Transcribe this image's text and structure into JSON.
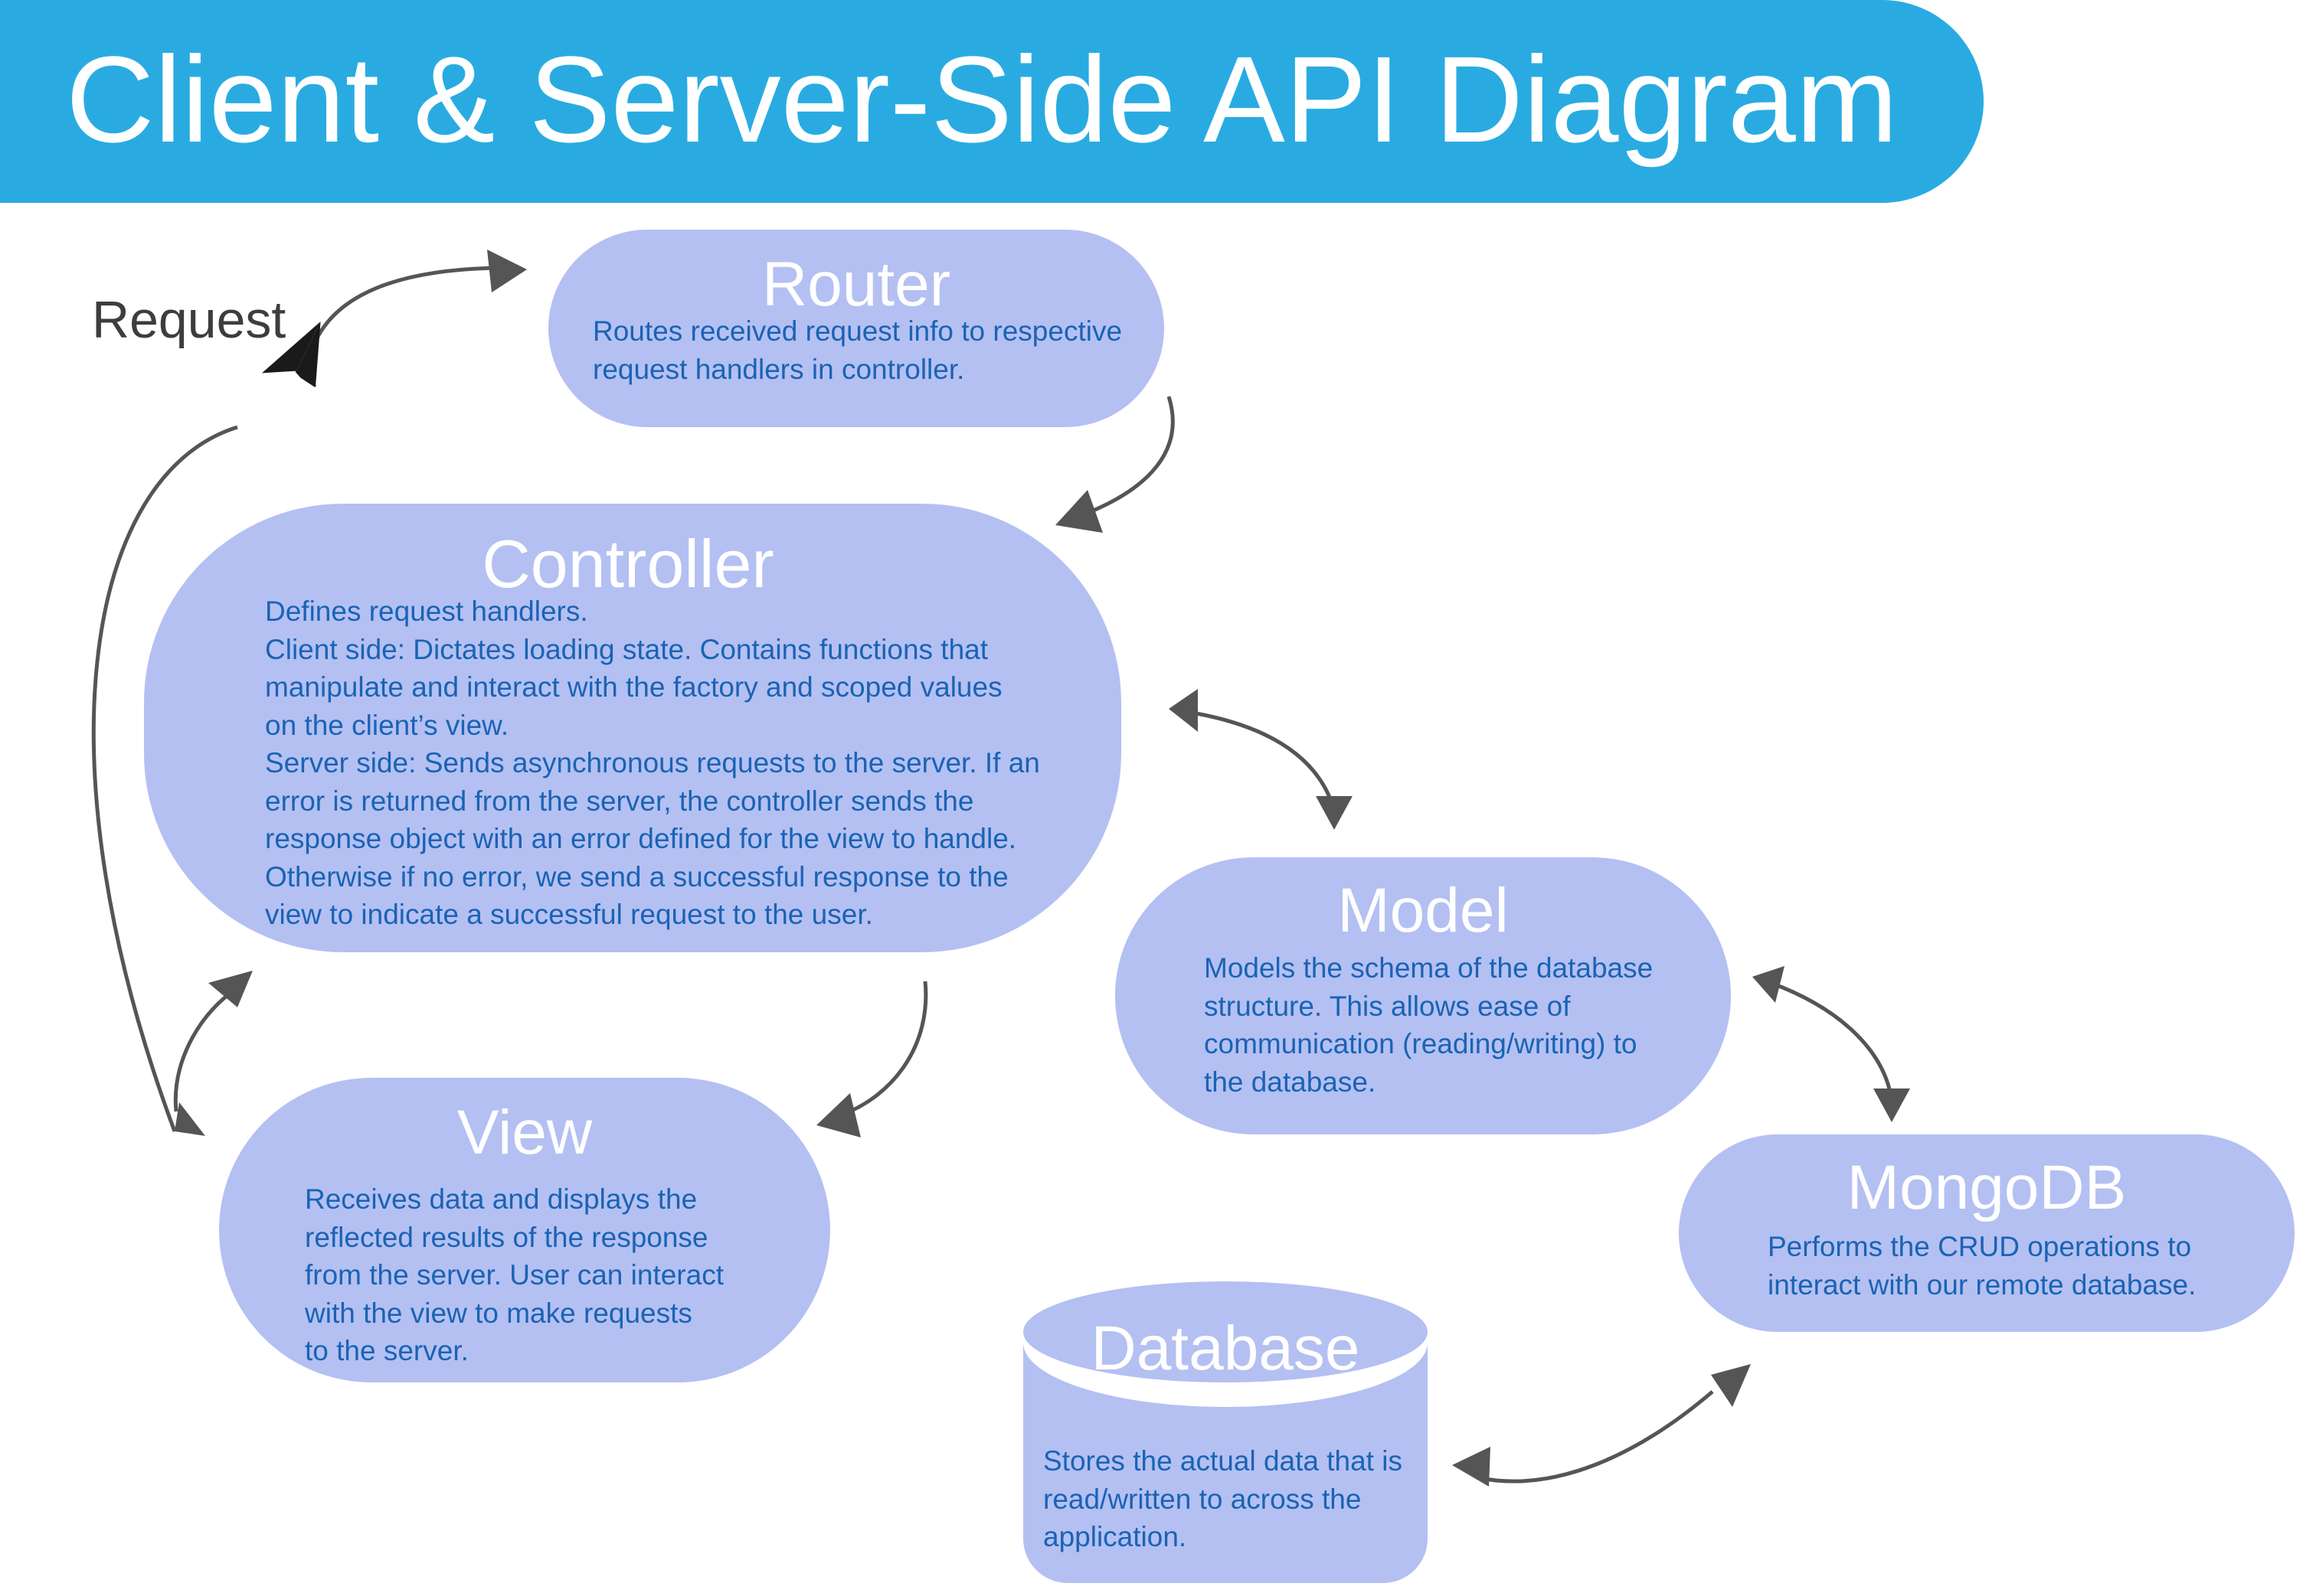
{
  "title": "Client & Server-Side API Diagram",
  "colors": {
    "banner": "#29abe2",
    "node_fill": "#b4c0f2",
    "node_title": "#ffffff",
    "node_text": "#1a63b4",
    "arrow": "#555555",
    "label": "#3d3d3d"
  },
  "request_label": "Request",
  "request_icon": "paper-plane-icon",
  "nodes": {
    "router": {
      "title": "Router",
      "lines": [
        "Routes received request info to respective",
        "request handlers in controller."
      ]
    },
    "controller": {
      "title": "Controller",
      "lines": [
        "Defines request handlers.",
        "Client side: Dictates loading state. Contains functions that",
        "manipulate and interact with the factory and scoped values",
        "on the client’s view.",
        "Server side: Sends asynchronous requests to the server. If an",
        "error is returned from the server, the controller sends the",
        "response object with an error defined for the view to handle.",
        "Otherwise if no error, we send a successful response to the",
        "view to indicate a successful request to the user."
      ]
    },
    "view": {
      "title": "View",
      "lines": [
        "Receives data and displays the",
        "reflected results of the response",
        "from the server. User can interact",
        "with the view to make requests",
        "to the server."
      ]
    },
    "model": {
      "title": "Model",
      "lines": [
        "Models the schema of the database",
        "structure. This allows ease of",
        "communication (reading/writing) to",
        "the database."
      ]
    },
    "mongodb": {
      "title": "MongoDB",
      "lines": [
        "Performs the CRUD operations to",
        "interact with our remote database."
      ]
    },
    "database": {
      "title": "Database",
      "lines": [
        "Stores the actual data that is",
        "read/written to across the",
        "application."
      ]
    }
  },
  "edges": [
    {
      "from": "view",
      "to": "router",
      "label": "Request",
      "direction": "one-way"
    },
    {
      "from": "router",
      "to": "controller",
      "direction": "one-way"
    },
    {
      "from": "controller",
      "to": "view",
      "direction": "one-way"
    },
    {
      "from": "view",
      "to": "controller",
      "direction": "one-way"
    },
    {
      "from": "controller",
      "to": "model",
      "direction": "two-way"
    },
    {
      "from": "model",
      "to": "mongodb",
      "direction": "two-way"
    },
    {
      "from": "mongodb",
      "to": "database",
      "direction": "two-way"
    }
  ]
}
